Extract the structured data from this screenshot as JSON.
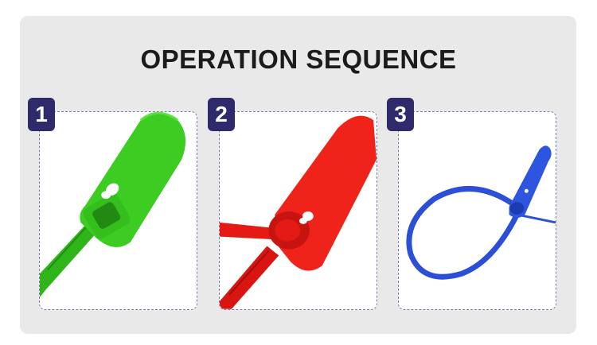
{
  "title": "OPERATION SEQUENCE",
  "steps": [
    {
      "number": "1",
      "tag_color": "#37c61f",
      "image": "green-seal-tag-icon"
    },
    {
      "number": "2",
      "tag_color": "#ee1a16",
      "image": "red-seal-tag-icon"
    },
    {
      "number": "3",
      "tag_color": "#2a4fd8",
      "image": "blue-seal-loop-icon"
    }
  ],
  "colors": {
    "badge": "#2f2a6b",
    "panel": "#e9e9e9",
    "card_border": "#7a7aa8"
  }
}
